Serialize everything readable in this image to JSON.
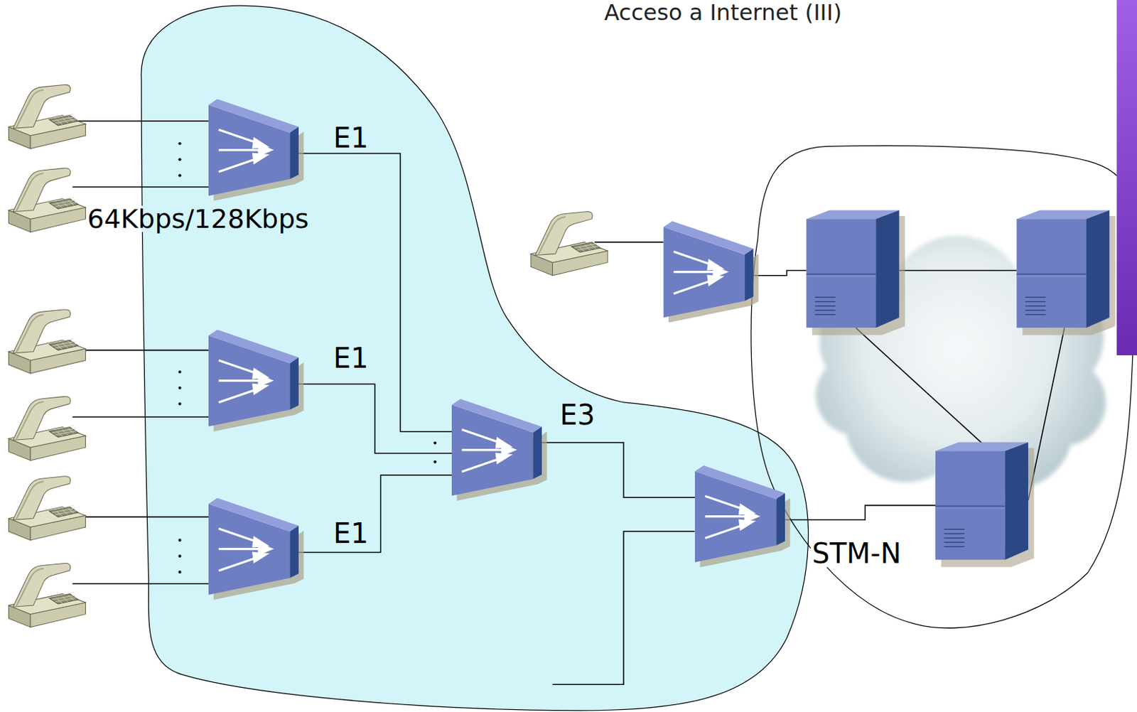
{
  "diagram": {
    "title": "Acceso a Internet (III)",
    "nodes": [
      {
        "text": [
          "E1"
        ]
      },
      {
        "text": [
          "E1"
        ]
      },
      {
        "text": [
          "E1"
        ]
      },
      {
        "text": [
          "E3"
        ]
      },
      {
        "text": [
          "STM-N"
        ]
      }
    ],
    "edges": [
      {
        "from": 0,
        "to": 3,
        "arrow": "none"
      },
      {
        "from": 1,
        "to": 3,
        "arrow": "none"
      },
      {
        "from": 2,
        "to": 3,
        "arrow": "none"
      },
      {
        "from": 3,
        "to": 4,
        "arrow": "none"
      }
    ],
    "labels": [
      "64Kbps/128Kbps"
    ]
  }
}
